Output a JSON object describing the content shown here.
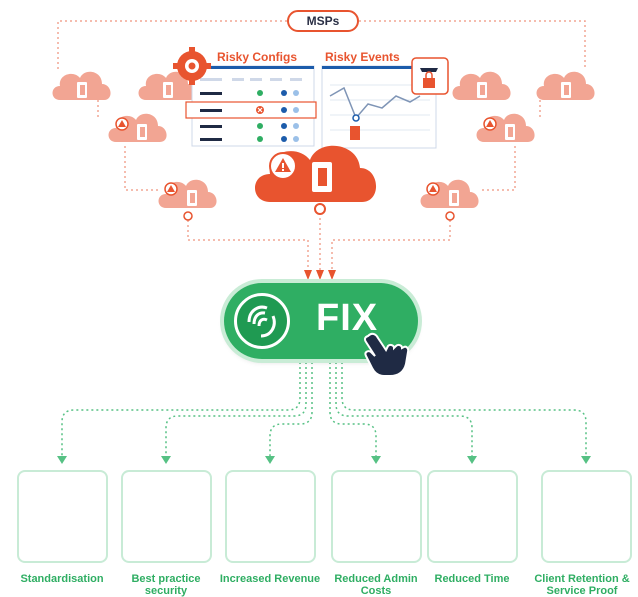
{
  "top_label": "MSPs",
  "panels": {
    "risky_configs": "Risky Configs",
    "risky_events": "Risky Events"
  },
  "action_button": "FIX",
  "outcomes": [
    {
      "label": "Standardisation",
      "icon": "standardisation-icon"
    },
    {
      "label": "Best practice security",
      "icon": "shield-check-icon"
    },
    {
      "label": "Increased Revenue",
      "icon": "revenue-growth-icon"
    },
    {
      "label": "Reduced Admin Costs",
      "icon": "cost-reduction-icon"
    },
    {
      "label": "Reduced Time",
      "icon": "hourglass-down-icon"
    },
    {
      "label": "Client Retention & Service Proof",
      "icon": "certificate-hand-icon"
    }
  ],
  "colors": {
    "accent_orange": "#e8542f",
    "cloud_pink": "#f2a593",
    "fix_green": "#2fae63",
    "icon_blue": "#1c5cab",
    "navy": "#1f2a44"
  }
}
